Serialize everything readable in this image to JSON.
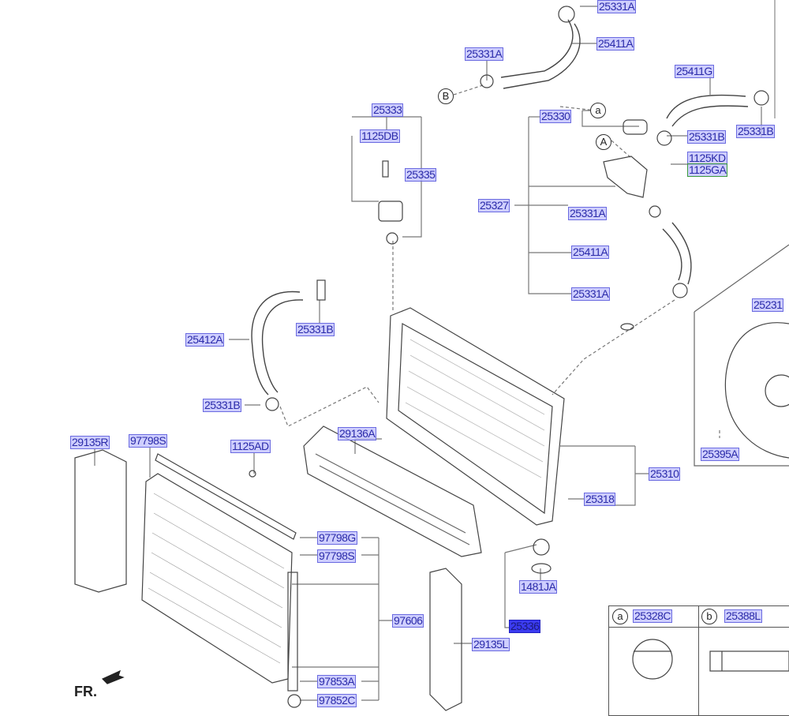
{
  "labels": {
    "l25331a_top": "25331A",
    "l25411a_top": "25411A",
    "l25331a_left": "25331A",
    "l25411g": "25411G",
    "l25330": "25330",
    "l25331b_mid": "25331B",
    "l25331b_right": "25331B",
    "l1125kd": "1125KD",
    "l1125ga": "1125GA",
    "l25333": "25333",
    "l1125db": "1125DB",
    "l25335": "25335",
    "l25327": "25327",
    "l25331a_2": "25331A",
    "l25411a_2": "25411A",
    "l25331a_3": "25331A",
    "l25231": "25231",
    "l25412a": "25412A",
    "l25331b_clip": "25331B",
    "l25331b_hose": "25331B",
    "l29136a": "29136A",
    "l29135r": "29135R",
    "l97798s_top": "97798S",
    "l1125ad": "1125AD",
    "l25310": "25310",
    "l25395a": "25395A",
    "l25318": "25318",
    "l97798g": "97798G",
    "l97798s": "97798S",
    "l1481ja": "1481JA",
    "l97606": "97606",
    "l25336": "25336",
    "l29135l": "29135L",
    "l97853a": "97853A",
    "l97852c": "97852C"
  },
  "markers": {
    "a": "a",
    "b": "b",
    "A": "A",
    "B": "B"
  },
  "direction_label": "FR.",
  "legend_table": {
    "col_a": {
      "marker": "a",
      "part": "25328C"
    },
    "col_b": {
      "marker": "b",
      "part": "25388L"
    }
  },
  "colors": {
    "label_fill": "#bebeff",
    "label_border": "#6a6ae0",
    "label_text": "#2a2aa8",
    "selected_fill": "#3b3bf0"
  }
}
